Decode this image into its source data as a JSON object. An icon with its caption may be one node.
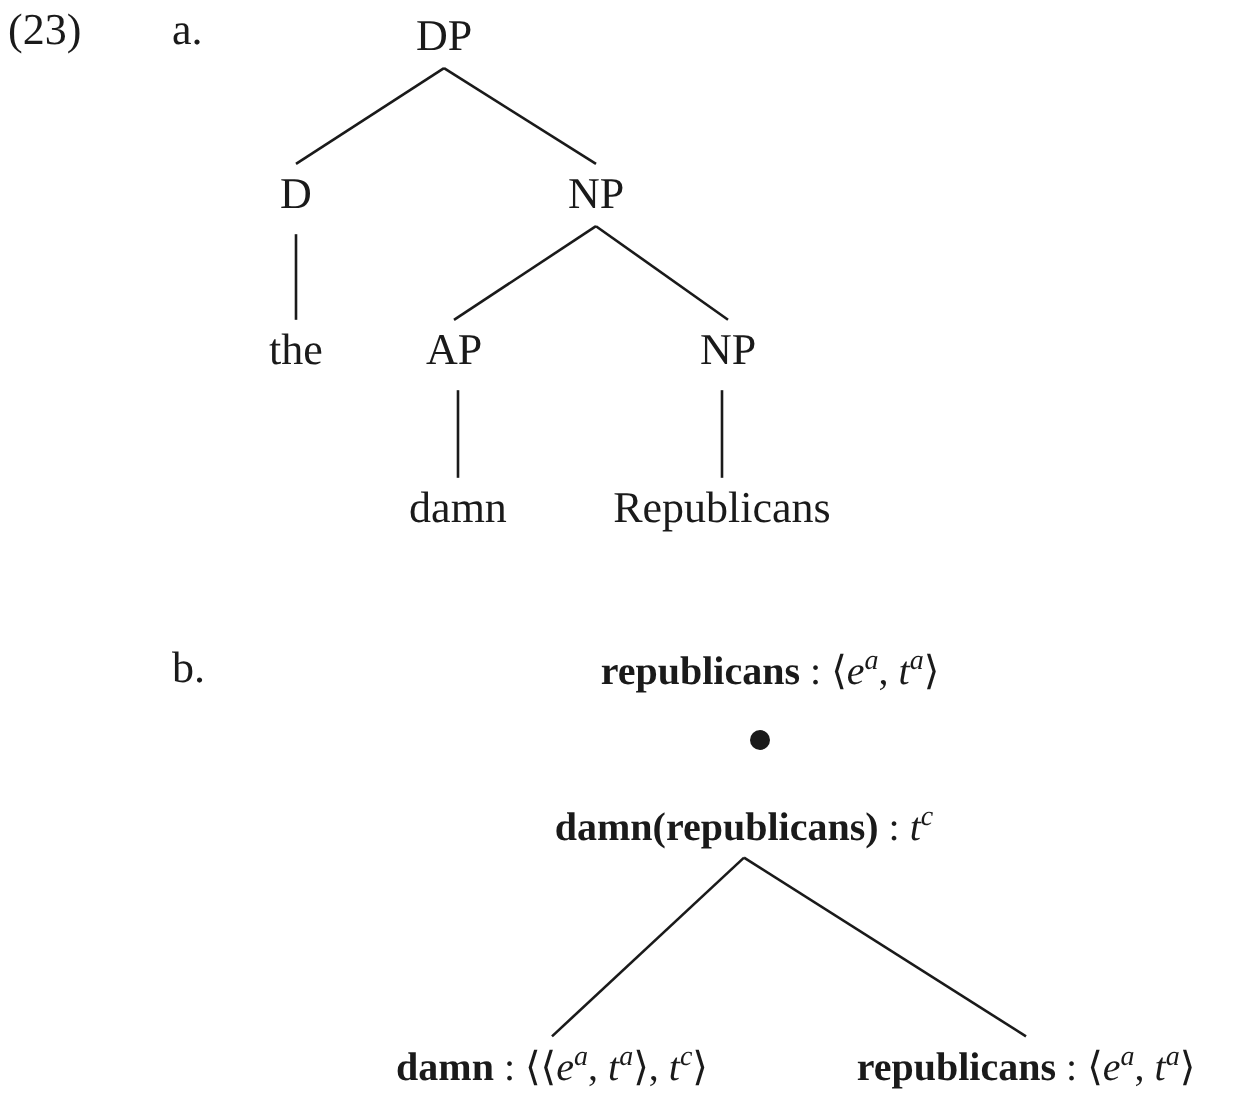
{
  "diagram": {
    "nodes": [
      {
        "text": [
          "DP"
        ]
      },
      {
        "text": [
          "D"
        ]
      },
      {
        "text": [
          "NP"
        ]
      },
      {
        "text": [
          "the"
        ]
      },
      {
        "text": [
          "AP"
        ]
      },
      {
        "text": [
          "NP"
        ]
      },
      {
        "text": [
          "damn"
        ]
      },
      {
        "text": [
          "Republicans"
        ]
      },
      {
        "text": [
          "**republicans** : ⟨*e*$^{a}$, *t*$^{a}$⟩"
        ]
      },
      {
        "text": [
          "**damn(republicans)** : *t*$^{c}$"
        ]
      },
      {
        "text": [
          "**damn** : ⟨⟨*e*$^{a}$, *t*$^{a}$⟩, *t*$^{c}$⟩"
        ]
      },
      {
        "text": [
          "**republicans** : ⟨*e*$^{a}$, *t*$^{a}$⟩"
        ]
      }
    ],
    "edges": [
      {
        "from": 0,
        "to": 1,
        "arrow": "none"
      },
      {
        "from": 0,
        "to": 2,
        "arrow": "none"
      },
      {
        "from": 1,
        "to": 3,
        "arrow": "none"
      },
      {
        "from": 2,
        "to": 4,
        "arrow": "none"
      },
      {
        "from": 2,
        "to": 5,
        "arrow": "none"
      },
      {
        "from": 4,
        "to": 6,
        "arrow": "none"
      },
      {
        "from": 5,
        "to": 7,
        "arrow": "none"
      },
      {
        "from": 9,
        "to": 10,
        "arrow": "none"
      },
      {
        "from": 9,
        "to": 11,
        "arrow": "none"
      }
    ],
    "labels": [
      "(23)",
      "a.",
      "b."
    ]
  }
}
